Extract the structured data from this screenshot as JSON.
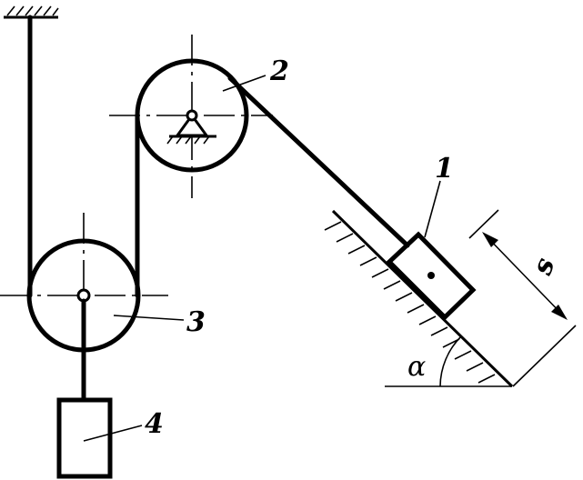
{
  "labels": {
    "block": "1",
    "upper_pulley": "2",
    "lower_pulley": "3",
    "weight": "4",
    "displacement": "s",
    "angle": "α"
  }
}
